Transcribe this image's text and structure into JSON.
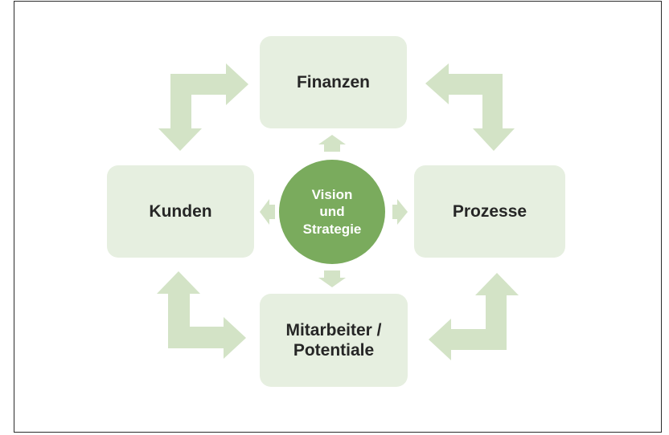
{
  "diagram": {
    "center": {
      "label": "Vision\nund\nStrategie"
    },
    "nodes": {
      "top": "Finanzen",
      "left": "Kunden",
      "right": "Prozesse",
      "bottom": "Mitarbeiter /\nPotentiale"
    },
    "colors": {
      "node_fill": "#e6efe0",
      "center_fill": "#7aab5d",
      "arrow_fill": "#d3e3c6",
      "text": "#262626",
      "frame": "#2b2b2b"
    }
  }
}
